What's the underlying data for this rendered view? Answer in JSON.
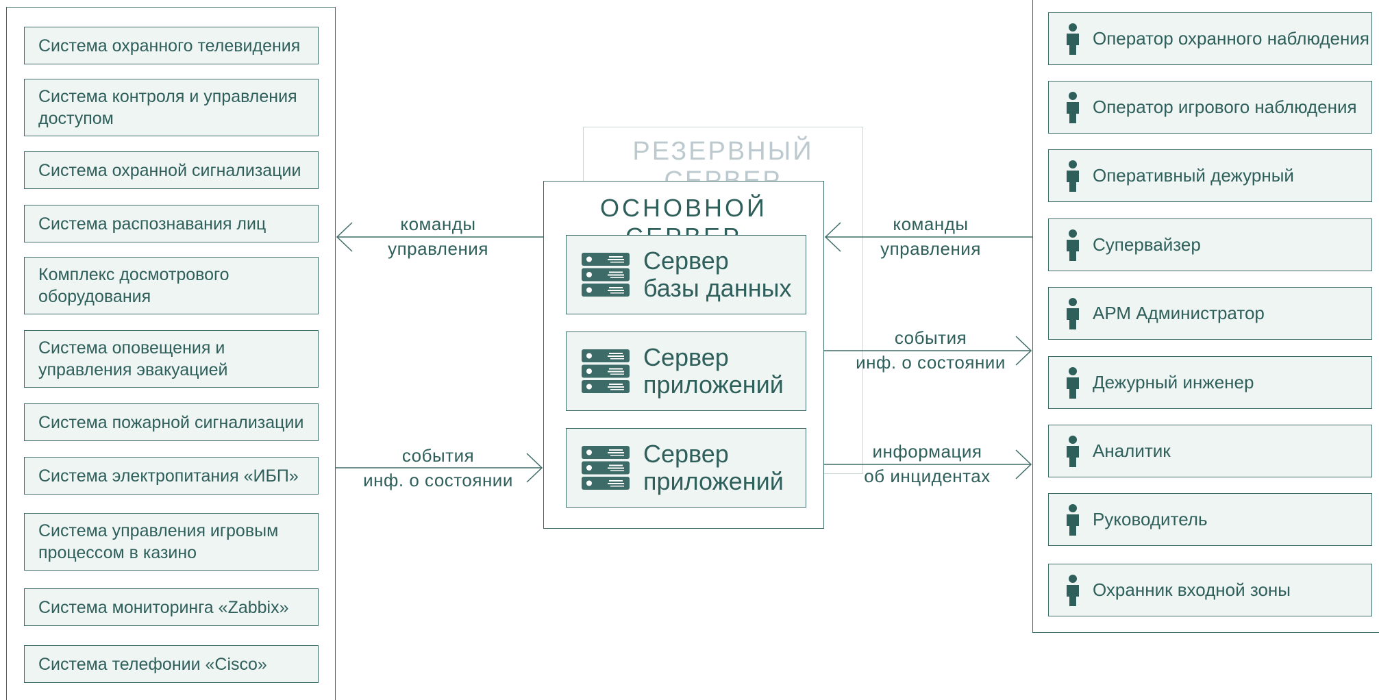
{
  "systems": [
    "Система охранного телевидения",
    "Система контроля и управления доступом",
    "Система охранной сигнализации",
    "Система распознавания лиц",
    "Комплекс досмотрового оборудования",
    "Система оповещения и управления эвакуацией",
    "Система пожарной сигнализации",
    "Система электропитания «ИБП»",
    "Система управления игровым процессом в казино",
    "Система мониторинга «Zabbix»",
    "Система телефонии «Cisco»"
  ],
  "operators": [
    "Оператор охранного наблюдения",
    "Оператор игрового наблюдения",
    "Оперативный дежурный",
    "Супервайзер",
    "АРМ Администратор",
    "Дежурный инженер",
    "Аналитик",
    "Руководитель",
    "Охранник входной зоны"
  ],
  "backup_server": {
    "title": "РЕЗЕРВНЫЙ СЕРВЕР"
  },
  "main_server": {
    "title": "ОСНОВНОЙ СЕРВЕР",
    "servers": [
      {
        "line1": "Сервер",
        "line2": "базы данных"
      },
      {
        "line1": "Сервер",
        "line2": "приложений"
      },
      {
        "line1": "Сервер",
        "line2": "приложений"
      }
    ]
  },
  "flows": {
    "left_commands": {
      "line1": "команды",
      "line2": "управления"
    },
    "left_events": {
      "line1": "события",
      "line2": "инф. о состоянии"
    },
    "right_commands": {
      "line1": "команды",
      "line2": "управления"
    },
    "right_events": {
      "line1": "события",
      "line2": "инф. о состоянии"
    },
    "right_incidents": {
      "line1": "информация",
      "line2": "об инцидентах"
    }
  },
  "icons": {
    "server": "server-rack-icon",
    "person": "person-icon"
  },
  "colors": {
    "line": "#3d6b67",
    "text": "#2f5f5b",
    "box_fill": "#eef5f3",
    "backup_border": "#c9d6d6",
    "backup_text": "#bcc9ce"
  }
}
